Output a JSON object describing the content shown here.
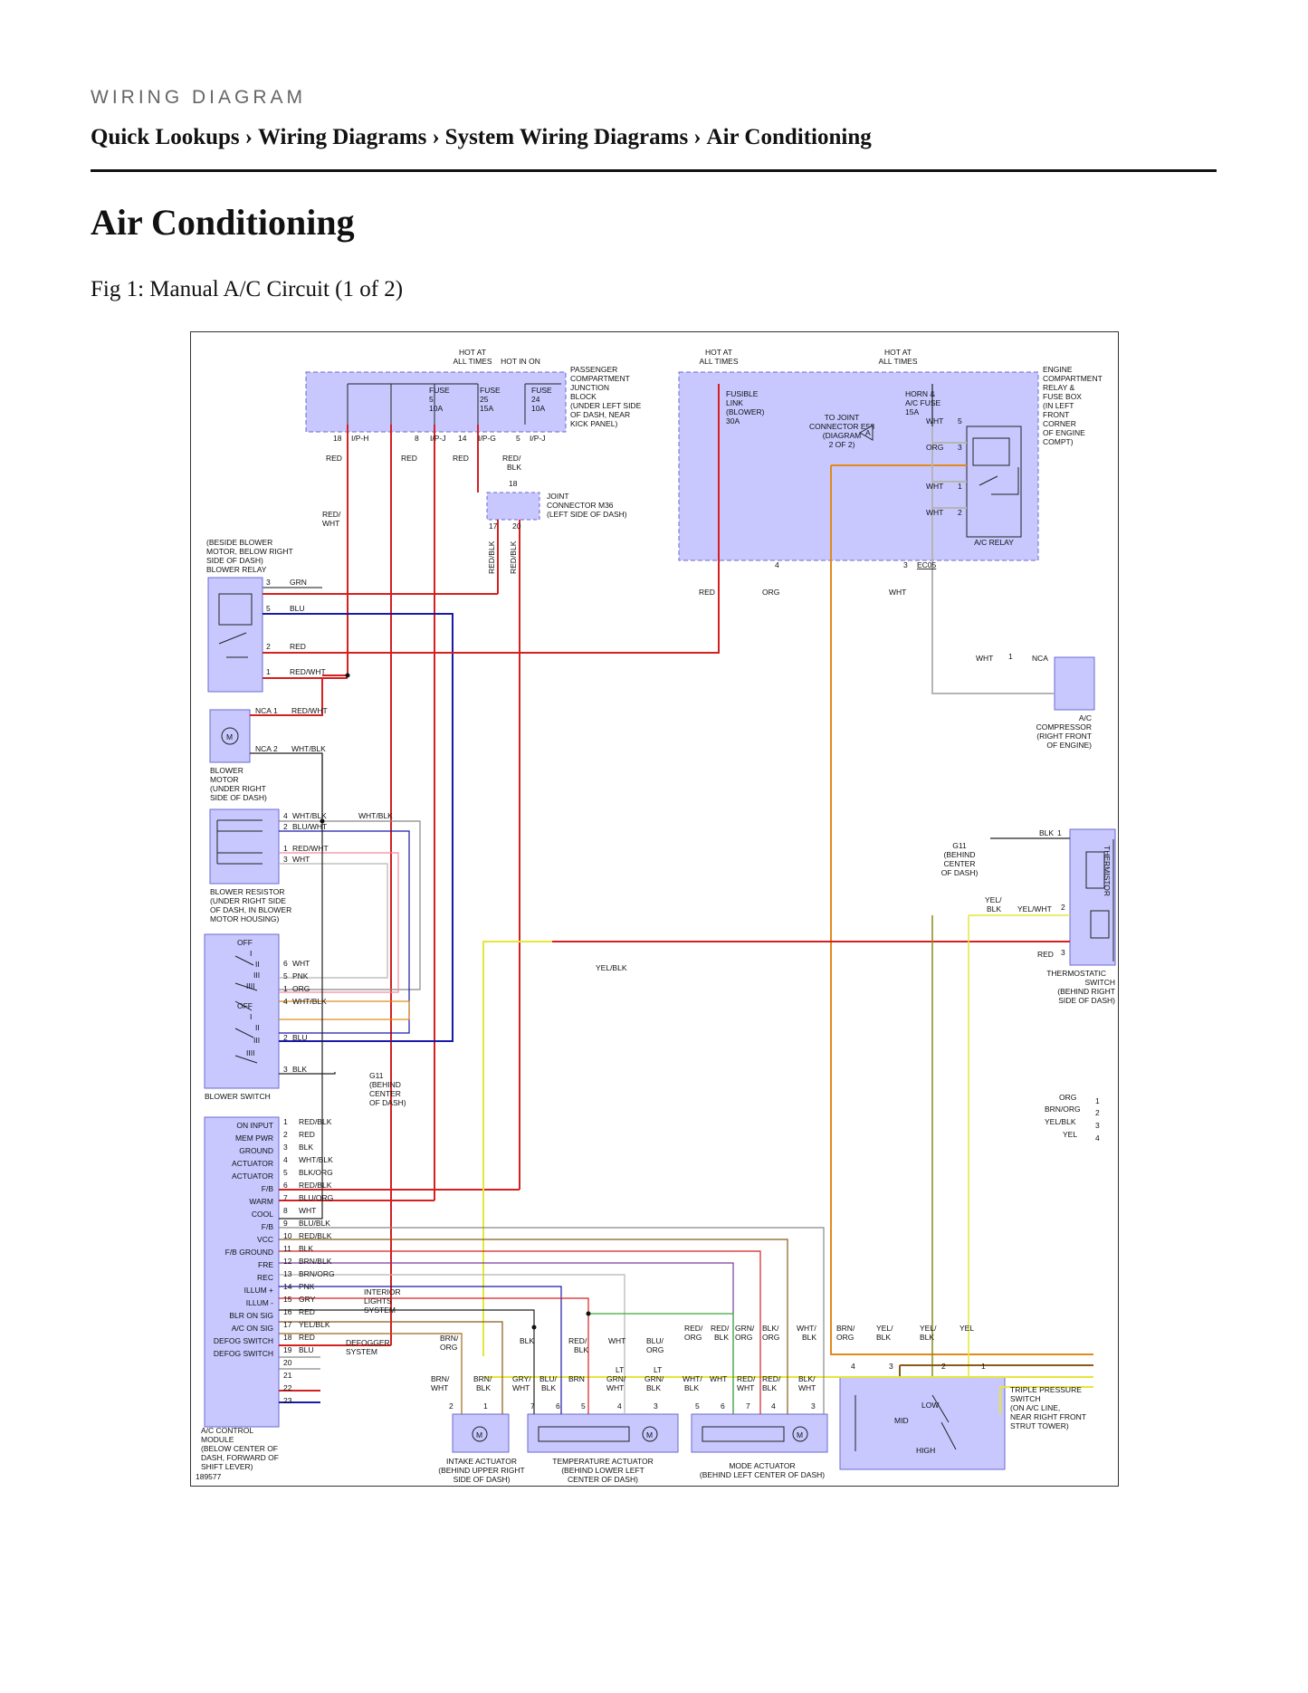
{
  "header": {
    "kicker": "WIRING DIAGRAM",
    "breadcrumbs": [
      "Quick Lookups",
      "Wiring Diagrams",
      "System Wiring Diagrams",
      "Air Conditioning"
    ],
    "separator": "›"
  },
  "page_title": "Air Conditioning",
  "figure_caption": "Fig 1: Manual A/C Circuit (1 of 2)",
  "colors": {
    "component_fill": "#c8c8ff",
    "component_stroke": "#6a6acf",
    "red": "#d42020",
    "blu": "#1a1aa8",
    "org": "#e08a1a",
    "yel": "#e6e63a",
    "grn": "#3aaa3a",
    "blk": "#222222",
    "wht": "#b5b5b5",
    "pnk": "#f08aa0",
    "brn": "#8a5a1a"
  },
  "diagram": {
    "top_labels": {
      "pass_hot_at": "HOT AT",
      "pass_all_times": "ALL TIMES",
      "pass_hot_in_on": "HOT IN ON",
      "eng_hot_at_1": "HOT AT",
      "eng_all_times_1": "ALL TIMES",
      "eng_hot_at_2": "HOT AT",
      "eng_all_times_2": "ALL TIMES"
    },
    "pjb": {
      "name": [
        "PASSENGER",
        "COMPARTMENT",
        "JUNCTION",
        "BLOCK",
        "(UNDER LEFT SIDE",
        "OF DASH, NEAR",
        "KICK PANEL)"
      ],
      "fuses": [
        [
          "FUSE",
          "5",
          "10A"
        ],
        [
          "FUSE",
          "25",
          "15A"
        ],
        [
          "FUSE",
          "24",
          "10A"
        ]
      ],
      "pins": [
        "18",
        "I/P-H",
        "8",
        "I/P-J",
        "14",
        "I/P-G",
        "5",
        "I/P-J"
      ],
      "wires": [
        "RED",
        "RED",
        "RED",
        "RED/",
        "BLK"
      ]
    },
    "joint_m36": {
      "name": [
        "JOINT",
        "CONNECTOR M36",
        "(LEFT SIDE OF DASH)"
      ],
      "pins": [
        "18",
        "17",
        "20"
      ],
      "wires": [
        "RED/BLK",
        "RED/BLK"
      ]
    },
    "engine_box": {
      "name": [
        "ENGINE",
        "COMPARTMENT",
        "RELAY &",
        "FUSE BOX",
        "(IN LEFT",
        "FRONT",
        "CORNER",
        "OF ENGINE",
        "COMPT)"
      ],
      "fusible_link": [
        "FUSIBLE",
        "LINK",
        "(BLOWER)",
        "30A"
      ],
      "horn_fuse": [
        "HORN &",
        "A/C FUSE",
        "15A"
      ],
      "to_joint": [
        "TO JOINT",
        "CONNECTOR E58",
        "(DIAGRAM",
        "2 OF 2)"
      ],
      "triangle": "A",
      "relay_pins": [
        [
          "WHT",
          "5"
        ],
        [
          "ORG",
          "3"
        ],
        [
          "WHT",
          "1"
        ],
        [
          "WHT",
          "2"
        ]
      ],
      "relay_name": "A/C RELAY",
      "bottom_pins": [
        "4",
        "3",
        "EC05"
      ],
      "out_wires": [
        "RED",
        "ORG",
        "WHT"
      ]
    },
    "red_wht": [
      "RED/",
      "WHT"
    ],
    "blower_relay": {
      "name": [
        "(BESIDE BLOWER",
        "MOTOR, BELOW RIGHT",
        "SIDE OF DASH)",
        "BLOWER RELAY"
      ],
      "pins": [
        [
          "3",
          "GRN"
        ],
        [
          "5",
          "BLU"
        ],
        [
          "2",
          "RED"
        ],
        [
          "1",
          "RED/WHT"
        ]
      ]
    },
    "blower_motor": {
      "name": [
        "BLOWER",
        "MOTOR",
        "(UNDER RIGHT",
        "SIDE OF DASH)"
      ],
      "symbol": "M",
      "pins": [
        [
          "NCA",
          "1",
          "RED/WHT"
        ],
        [
          "NCA",
          "2",
          "WHT/BLK"
        ]
      ]
    },
    "blower_resistor": {
      "name": [
        "BLOWER RESISTOR",
        "(UNDER RIGHT SIDE",
        "OF DASH, IN BLOWER",
        "MOTOR HOUSING)"
      ],
      "pins": [
        [
          "4",
          "WHT/BLK"
        ],
        [
          "2",
          "BLU/WHT"
        ],
        [
          "1",
          "RED/WHT"
        ],
        [
          "3",
          "WHT"
        ]
      ],
      "splice_wire": "WHT/BLK"
    },
    "blower_switch": {
      "name": "BLOWER SWITCH",
      "positions_top": [
        "OFF",
        "I",
        "II",
        "III",
        "IIII"
      ],
      "positions_bottom": [
        "OFF",
        "I",
        "II",
        "III",
        "IIII"
      ],
      "pins": [
        [
          "6",
          "WHT"
        ],
        [
          "5",
          "PNK"
        ],
        [
          "1",
          "ORG"
        ],
        [
          "4",
          "WHT/BLK"
        ],
        [
          "2",
          "BLU"
        ],
        [
          "3",
          "BLK"
        ]
      ]
    },
    "g11_left": [
      "G11",
      "(BEHIND",
      "CENTER",
      "OF DASH)"
    ],
    "compressor": {
      "pin": [
        "WHT",
        "1",
        "NCA"
      ],
      "name": [
        "A/C",
        "COMPRESSOR",
        "(RIGHT FRONT",
        "OF ENGINE)"
      ]
    },
    "thermostatic": {
      "label": "THERMISTOR",
      "g11": [
        "G11",
        "(BEHIND",
        "CENTER",
        "OF DASH)"
      ],
      "pins": [
        [
          "BLK",
          "1"
        ],
        [
          "YEL/WHT",
          "2"
        ],
        [
          "RED",
          "3"
        ]
      ],
      "yel_blk": [
        "YEL/",
        "BLK"
      ],
      "name": [
        "THERMOSTATIC",
        "SWITCH",
        "(BEHIND RIGHT",
        "SIDE OF DASH)"
      ]
    },
    "yel_blk_mid": "YEL/BLK",
    "right_wires": [
      [
        "ORG",
        "1"
      ],
      [
        "BRN/ORG",
        "2"
      ],
      [
        "YEL/BLK",
        "3"
      ],
      [
        "YEL",
        "4"
      ]
    ],
    "acm": {
      "name": [
        "A/C CONTROL",
        "MODULE",
        "(BELOW CENTER OF",
        "DASH, FORWARD OF",
        "SHIFT LEVER)"
      ],
      "code": "189577",
      "pins": [
        [
          "ON INPUT",
          "1",
          "RED/BLK"
        ],
        [
          "MEM PWR",
          "2",
          "RED"
        ],
        [
          "GROUND",
          "3",
          "BLK"
        ],
        [
          "ACTUATOR",
          "4",
          "WHT/BLK"
        ],
        [
          "ACTUATOR",
          "5",
          "BLK/ORG"
        ],
        [
          "F/B",
          "6",
          "RED/BLK"
        ],
        [
          "WARM",
          "7",
          "BLU/ORG"
        ],
        [
          "COOL",
          "8",
          "WHT"
        ],
        [
          "F/B",
          "9",
          "BLU/BLK"
        ],
        [
          "VCC",
          "10",
          "RED/BLK"
        ],
        [
          "F/B GROUND",
          "11",
          "BLK"
        ],
        [
          "FRE",
          "12",
          "BRN/BLK"
        ],
        [
          "REC",
          "13",
          "BRN/ORG"
        ],
        [
          "ILLUM +",
          "14",
          "PNK"
        ],
        [
          "ILLUM -",
          "15",
          "GRY"
        ],
        [
          "BLR ON SIG",
          "16",
          "RED"
        ],
        [
          "A/C ON SIG",
          "17",
          "YEL/BLK"
        ],
        [
          "DEFOG SWITCH",
          "18",
          "RED"
        ],
        [
          "DEFOG SWITCH",
          "19",
          "BLU"
        ],
        [
          "",
          "20",
          ""
        ],
        [
          "",
          "21",
          ""
        ],
        [
          "",
          "22",
          ""
        ],
        [
          "",
          "23",
          ""
        ]
      ],
      "interior_lights": [
        "INTERIOR",
        "LIGHTS",
        "SYSTEM"
      ],
      "defogger": [
        "DEFOGGER",
        "SYSTEM"
      ]
    },
    "bottom_wire_labels": [
      [
        "BRN/",
        "ORG"
      ],
      [
        "BLK"
      ],
      [
        "RED/",
        "BLK"
      ],
      [
        "WHT"
      ],
      [
        "BLU/",
        "ORG"
      ],
      [
        "RED/",
        "ORG"
      ],
      [
        "RED/",
        "BLK"
      ],
      [
        "GRN/",
        "ORG"
      ],
      [
        "BLK/",
        "ORG"
      ],
      [
        "WHT/",
        "BLK"
      ],
      [
        "BRN/",
        "ORG"
      ],
      [
        "YEL/",
        "BLK"
      ],
      [
        "YEL/",
        "BLK"
      ],
      [
        "YEL"
      ]
    ],
    "intake": {
      "wires": [
        [
          "BRN/",
          "WHT"
        ],
        [
          "BRN/",
          "BLK"
        ]
      ],
      "pins": [
        "2",
        "1"
      ],
      "name": [
        "INTAKE ACTUATOR",
        "(BEHIND UPPER RIGHT",
        "SIDE OF DASH)"
      ]
    },
    "temp": {
      "wires": [
        [
          "GRY/",
          "WHT"
        ],
        [
          "BLU/",
          "BLK"
        ],
        [
          "BRN"
        ],
        [
          "LT",
          "GRN/",
          "WHT"
        ],
        [
          "LT",
          "GRN/",
          "BLK"
        ]
      ],
      "pins": [
        "7",
        "6",
        "5",
        "4",
        "3"
      ],
      "name": [
        "TEMPERATURE ACTUATOR",
        "(BEHIND LOWER LEFT",
        "CENTER OF DASH)"
      ]
    },
    "mode": {
      "wires": [
        [
          "WHT/",
          "BLK"
        ],
        [
          "WHT"
        ],
        [
          "RED/",
          "WHT"
        ],
        [
          "RED/",
          "BLK"
        ],
        [
          "BLK/",
          "WHT"
        ]
      ],
      "pins": [
        "5",
        "6",
        "7",
        "4",
        "3"
      ],
      "name": [
        "MODE ACTUATOR",
        "(BEHIND LEFT CENTER OF DASH)"
      ]
    },
    "triple": {
      "pins": [
        "4",
        "3",
        "2",
        "1"
      ],
      "positions": [
        "LOW",
        "MID",
        "HIGH"
      ],
      "name": [
        "TRIPLE PRESSURE",
        "SWITCH",
        "(ON A/C LINE,",
        "NEAR RIGHT FRONT",
        "STRUT TOWER)"
      ]
    },
    "motor_symbol": "M"
  }
}
